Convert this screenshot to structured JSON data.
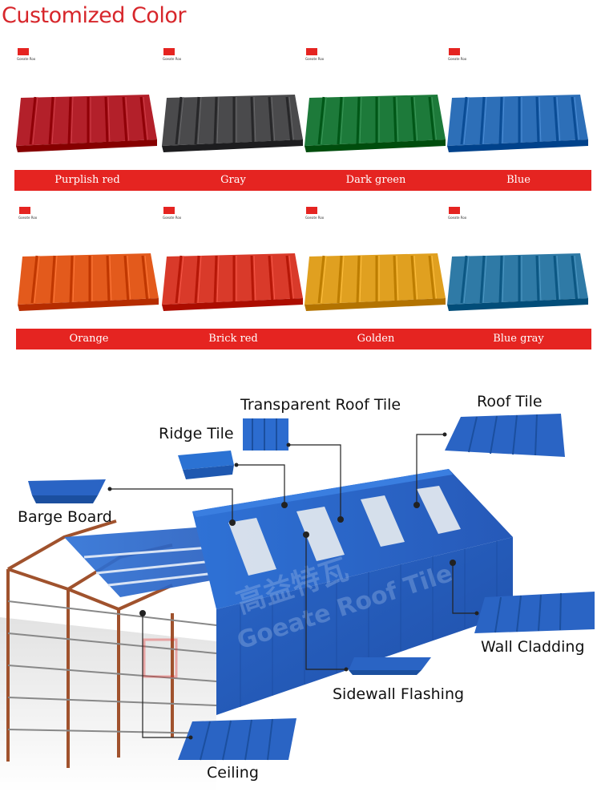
{
  "header": {
    "title": "Customized Color"
  },
  "brand": {
    "logo_text": "Goeate Roof",
    "icon": "goeate-logo-icon"
  },
  "colors": [
    {
      "label": "Purplish red",
      "hex": "#b3202a"
    },
    {
      "label": "Gray",
      "hex": "#4a4a4c"
    },
    {
      "label": "Dark green",
      "hex": "#1d7a3a"
    },
    {
      "label": "Blue",
      "hex": "#2d6fb8"
    },
    {
      "label": "Orange",
      "hex": "#e35a1c"
    },
    {
      "label": "Brick red",
      "hex": "#d93a2a"
    },
    {
      "label": "Golden",
      "hex": "#e0a020"
    },
    {
      "label": "Blue gray",
      "hex": "#2f7aa6"
    }
  ],
  "diagram": {
    "watermark_cn": "高益特瓦",
    "watermark_en": "Goeate Roof Tile",
    "labels": {
      "transparent_roof_tile": "Transparent Roof Tile",
      "roof_tile": "Roof Tile",
      "ridge_tile": "Ridge Tile",
      "barge_board": "Barge Board",
      "wall_cladding": "Wall Cladding",
      "sidewall_flashing": "Sidewall Flashing",
      "ceiling": "Ceiling"
    }
  },
  "accent_color": "#e52421",
  "tile_blue": "#2a64c4"
}
